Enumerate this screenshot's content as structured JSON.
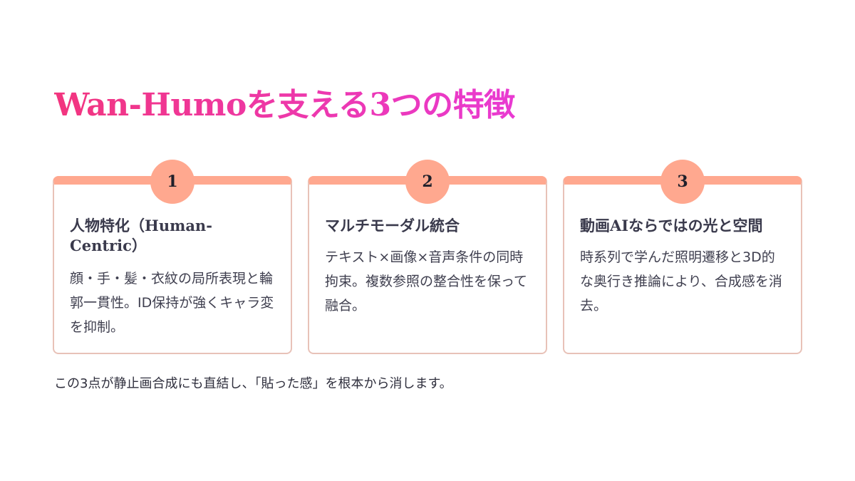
{
  "title": "Wan-Humoを支える3つの特徴",
  "features": [
    {
      "number": "1",
      "title": "人物特化（Human-Centric）",
      "body": "顔・手・髪・衣紋の局所表現と輪郭一貫性。ID保持が強くキャラ変を抑制。"
    },
    {
      "number": "2",
      "title": "マルチモーダル統合",
      "body": "テキスト×画像×音声条件の同時拘束。複数参照の整合性を保って融合。"
    },
    {
      "number": "3",
      "title": "動画AIならではの光と空間",
      "body": "時系列で学んだ照明遷移と3D的な奥行き推論により、合成感を消去。"
    }
  ],
  "footer": "この3点が静止画合成にも直結し、「貼った感」を根本から消します。",
  "colors": {
    "title_gradient_start": "#f2357e",
    "title_gradient_end": "#e93ad2",
    "accent": "#ffa88f",
    "card_border": "#e8c2b8"
  }
}
